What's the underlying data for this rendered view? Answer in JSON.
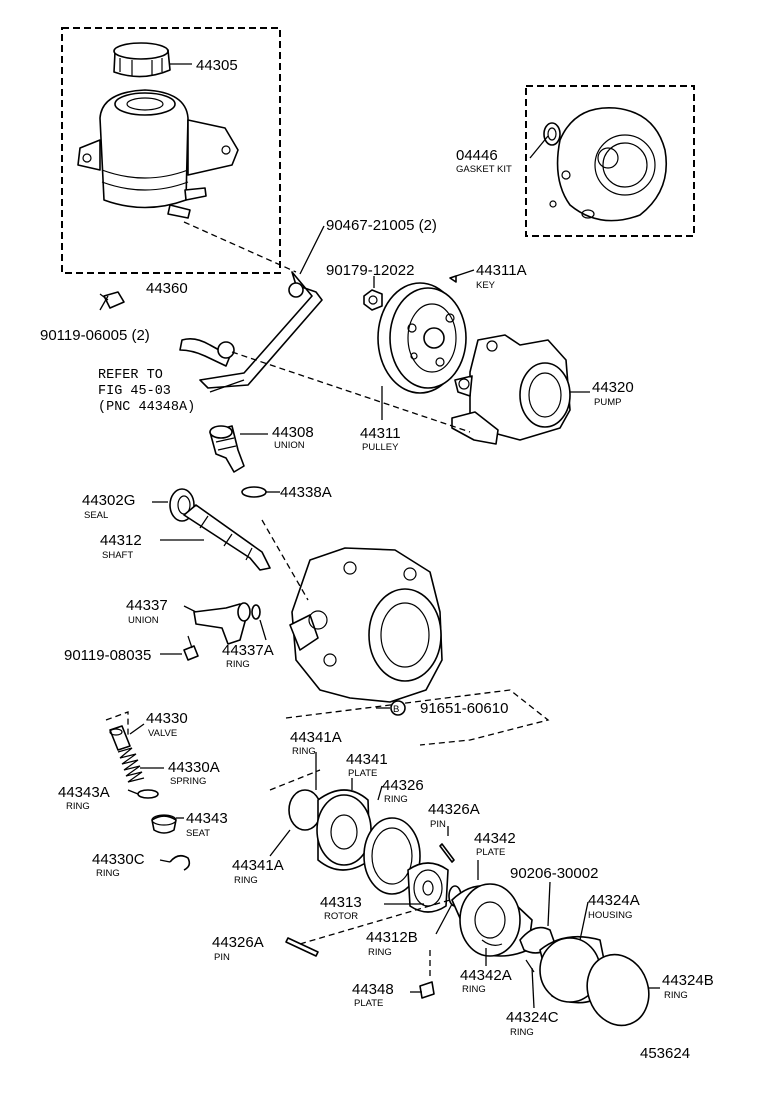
{
  "figure_number": "453624",
  "reference_note": {
    "line1": "REFER TO",
    "line2": "FIG 45-03",
    "line3": "(PNC 44348A)"
  },
  "callouts": [
    {
      "number": "44305",
      "label": ""
    },
    {
      "number": "44360",
      "label": ""
    },
    {
      "number": "90119-06005 (2)",
      "label": ""
    },
    {
      "number": "04446",
      "label": "GASKET KIT"
    },
    {
      "number": "90467-21005 (2)",
      "label": ""
    },
    {
      "number": "90179-12022",
      "label": ""
    },
    {
      "number": "44311A",
      "label": "KEY"
    },
    {
      "number": "44320",
      "label": "PUMP"
    },
    {
      "number": "44311",
      "label": "PULLEY"
    },
    {
      "number": "44308",
      "label": "UNION"
    },
    {
      "number": "44338A",
      "label": ""
    },
    {
      "number": "44302G",
      "label": "SEAL"
    },
    {
      "number": "44312",
      "label": "SHAFT"
    },
    {
      "number": "44337",
      "label": "UNION"
    },
    {
      "number": "90119-08035",
      "label": ""
    },
    {
      "number": "44337A",
      "label": "RING"
    },
    {
      "number": "91651-60610",
      "label": "",
      "prefix": "B"
    },
    {
      "number": "44330",
      "label": "VALVE"
    },
    {
      "number": "44330A",
      "label": "SPRING"
    },
    {
      "number": "44343A",
      "label": "RING"
    },
    {
      "number": "44343",
      "label": "SEAT"
    },
    {
      "number": "44330C",
      "label": "RING"
    },
    {
      "number": "44341A",
      "label": "RING"
    },
    {
      "number": "44341",
      "label": "PLATE"
    },
    {
      "number": "44326",
      "label": "RING"
    },
    {
      "number": "44326A",
      "label": "PIN"
    },
    {
      "number": "44342",
      "label": "PLATE"
    },
    {
      "number": "90206-30002",
      "label": ""
    },
    {
      "number": "44341A",
      "label": "RING"
    },
    {
      "number": "44313",
      "label": "ROTOR"
    },
    {
      "number": "44324A",
      "label": "HOUSING"
    },
    {
      "number": "44312B",
      "label": "RING"
    },
    {
      "number": "44326A",
      "label": "PIN"
    },
    {
      "number": "44342A",
      "label": "RING"
    },
    {
      "number": "44324B",
      "label": "RING"
    },
    {
      "number": "44348",
      "label": "PLATE"
    },
    {
      "number": "44324C",
      "label": "RING"
    }
  ]
}
